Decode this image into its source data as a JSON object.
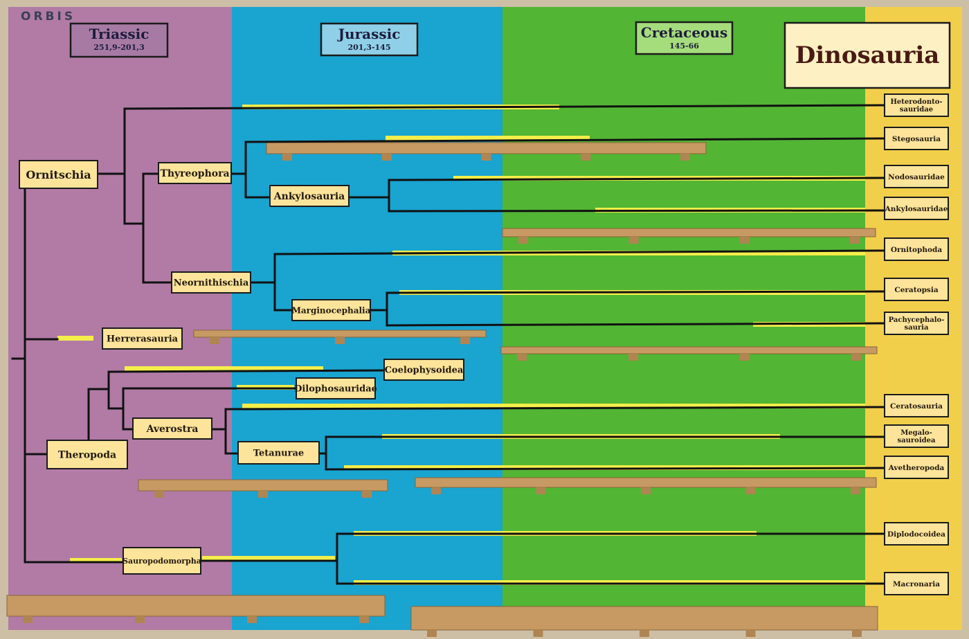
{
  "logo": "ORBIS",
  "title": "Dinosauria",
  "periods": [
    {
      "name": "Triassic",
      "range": "251,9-201,3",
      "color": "#b17ba6"
    },
    {
      "name": "Jurassic",
      "range": "201,3-145",
      "color": "#1aa4d0"
    },
    {
      "name": "Cretaceous",
      "range": "145-66",
      "color": "#52b534"
    }
  ],
  "colors": {
    "present_band": "#f2cf4a",
    "range_bar": "#f4ee4a",
    "label_fill": "#fde49a",
    "line": "#111111",
    "title_fill": "#fdf0c2",
    "title_text": "#4a1a12"
  },
  "internal_labels": [
    "Ornitschia",
    "Thyreophora",
    "Ankylosauria",
    "Neornithischia",
    "Marginocephalia",
    "Herrerasauria",
    "Coelophysoidea",
    "Dilophosauridae",
    "Averostra",
    "Theropoda",
    "Tetanurae",
    "Sauropodomorpha"
  ],
  "terminal_labels": [
    "Heterodonto-\nsauridae",
    "Stegosauria",
    "Nodosauridae",
    "Ankylosauridae",
    "Ornitophoda",
    "Ceratopsia",
    "Pachycephalo-\nsauria",
    "Ceratosauria",
    "Megalo-\nsauroidea",
    "Avetheropoda",
    "Diplodocoidea",
    "Macronaria"
  ]
}
